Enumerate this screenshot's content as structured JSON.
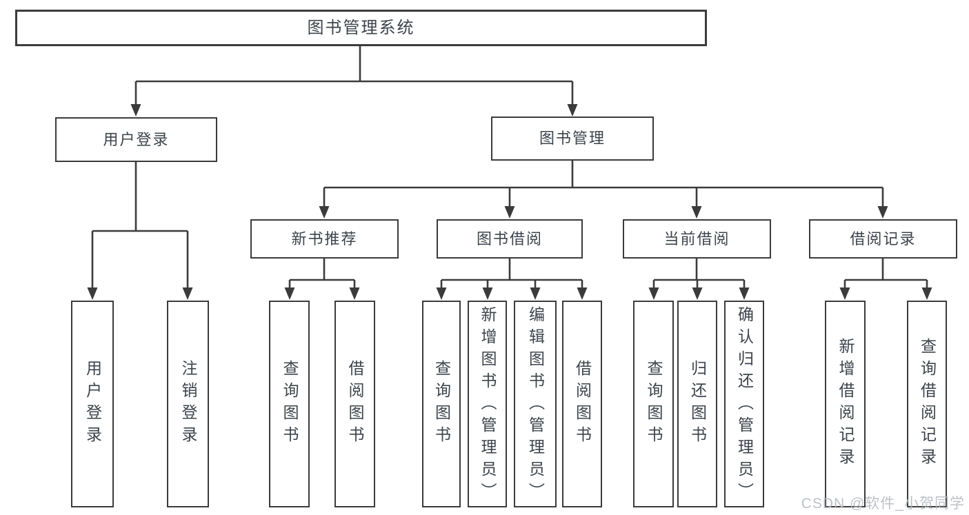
{
  "colors": {
    "line": "#3b3b3b",
    "box-border": "#3b3b3b",
    "text": "#3d434b",
    "watermark": "#b6bbc2",
    "background": "#ffffff"
  },
  "tree": {
    "root": {
      "label": "图书管理系统"
    },
    "branches": [
      {
        "label": "用户登录",
        "children": [
          {
            "label": "用户登录"
          },
          {
            "label": "注销登录"
          }
        ]
      },
      {
        "label": "图书管理",
        "children": [
          {
            "label": "新书推荐",
            "children": [
              {
                "label": "查询图书"
              },
              {
                "label": "借阅图书"
              }
            ]
          },
          {
            "label": "图书借阅",
            "children": [
              {
                "label": "查询图书"
              },
              {
                "label": "新增图书（管理员）"
              },
              {
                "label": "编辑图书（管理员）"
              },
              {
                "label": "借阅图书"
              }
            ]
          },
          {
            "label": "当前借阅",
            "children": [
              {
                "label": "查询图书"
              },
              {
                "label": "归还图书"
              },
              {
                "label": "确认归还（管理员）"
              }
            ]
          },
          {
            "label": "借阅记录",
            "children": [
              {
                "label": "新增借阅记录"
              },
              {
                "label": "查询借阅记录"
              }
            ]
          }
        ]
      }
    ]
  },
  "watermark": {
    "text": "CSDN @软件_小贺同学"
  }
}
